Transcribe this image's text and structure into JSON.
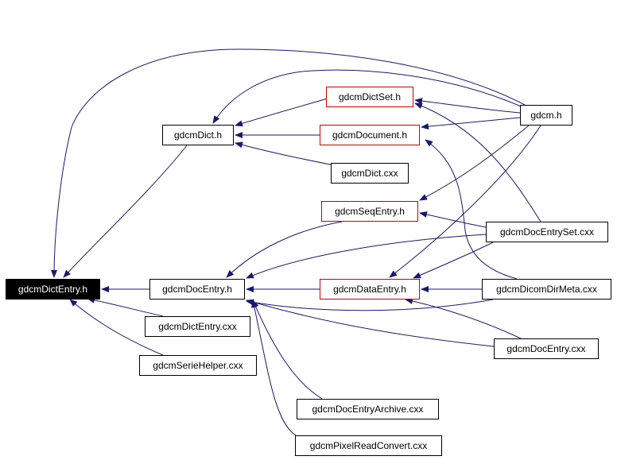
{
  "diagram": {
    "edge_color": "#191970",
    "nodes": {
      "gdcmDictEntry_h": {
        "label": "gdcmDictEntry.h",
        "style": "root"
      },
      "gdcmDocEntry_h": {
        "label": "gdcmDocEntry.h",
        "style": "normal"
      },
      "gdcmDictEntry_cxx": {
        "label": "gdcmDictEntry.cxx",
        "style": "normal"
      },
      "gdcmSerieHelper_cxx": {
        "label": "gdcmSerieHelper.cxx",
        "style": "normal"
      },
      "gdcmDict_h": {
        "label": "gdcmDict.h",
        "style": "normal"
      },
      "gdcmDictSet_h": {
        "label": "gdcmDictSet.h",
        "style": "red"
      },
      "gdcmDocument_h": {
        "label": "gdcmDocument.h",
        "style": "red"
      },
      "gdcmDict_cxx": {
        "label": "gdcmDict.cxx",
        "style": "normal"
      },
      "gdcmSeqEntry_h": {
        "label": "gdcmSeqEntry.h",
        "style": "red"
      },
      "gdcmDataEntry_h": {
        "label": "gdcmDataEntry.h",
        "style": "red"
      },
      "gdcm_h": {
        "label": "gdcm.h",
        "style": "normal"
      },
      "gdcmDocEntrySet_cxx": {
        "label": "gdcmDocEntrySet.cxx",
        "style": "normal"
      },
      "gdcmDicomDirMeta_cxx": {
        "label": "gdcmDicomDirMeta.cxx",
        "style": "normal"
      },
      "gdcmDocEntry_cxx": {
        "label": "gdcmDocEntry.cxx",
        "style": "normal"
      },
      "gdcmDocEntryArchive_cxx": {
        "label": "gdcmDocEntryArchive.cxx",
        "style": "normal"
      },
      "gdcmPixelReadConvert_cxx": {
        "label": "gdcmPixelReadConvert.cxx",
        "style": "normal"
      }
    },
    "edges": [
      {
        "from": "gdcmDocEntry_h",
        "to": "gdcmDictEntry_h"
      },
      {
        "from": "gdcmDictEntry_cxx",
        "to": "gdcmDictEntry_h"
      },
      {
        "from": "gdcmSerieHelper_cxx",
        "to": "gdcmDictEntry_h"
      },
      {
        "from": "gdcmDict_h",
        "to": "gdcmDictEntry_h"
      },
      {
        "from": "gdcm_h",
        "to": "gdcmDictEntry_h"
      },
      {
        "from": "gdcmDictSet_h",
        "to": "gdcmDict_h"
      },
      {
        "from": "gdcmDocument_h",
        "to": "gdcmDict_h"
      },
      {
        "from": "gdcmDict_cxx",
        "to": "gdcmDict_h"
      },
      {
        "from": "gdcm_h",
        "to": "gdcmDict_h"
      },
      {
        "from": "gdcm_h",
        "to": "gdcmDictSet_h"
      },
      {
        "from": "gdcmDocEntrySet_cxx",
        "to": "gdcmDictSet_h"
      },
      {
        "from": "gdcm_h",
        "to": "gdcmDocument_h"
      },
      {
        "from": "gdcmDicomDirMeta_cxx",
        "to": "gdcmDocument_h"
      },
      {
        "from": "gdcm_h",
        "to": "gdcmSeqEntry_h"
      },
      {
        "from": "gdcmDocEntrySet_cxx",
        "to": "gdcmSeqEntry_h"
      },
      {
        "from": "gdcm_h",
        "to": "gdcmDataEntry_h"
      },
      {
        "from": "gdcmDocEntrySet_cxx",
        "to": "gdcmDataEntry_h"
      },
      {
        "from": "gdcmDicomDirMeta_cxx",
        "to": "gdcmDataEntry_h"
      },
      {
        "from": "gdcmDocEntry_cxx",
        "to": "gdcmDataEntry_h"
      },
      {
        "from": "gdcmSeqEntry_h",
        "to": "gdcmDocEntry_h"
      },
      {
        "from": "gdcmDataEntry_h",
        "to": "gdcmDocEntry_h"
      },
      {
        "from": "gdcmDocEntrySet_cxx",
        "to": "gdcmDocEntry_h"
      },
      {
        "from": "gdcmDicomDirMeta_cxx",
        "to": "gdcmDocEntry_h"
      },
      {
        "from": "gdcmDocEntry_cxx",
        "to": "gdcmDocEntry_h"
      },
      {
        "from": "gdcmDocEntryArchive_cxx",
        "to": "gdcmDocEntry_h"
      },
      {
        "from": "gdcmPixelReadConvert_cxx",
        "to": "gdcmDocEntry_h"
      }
    ]
  }
}
